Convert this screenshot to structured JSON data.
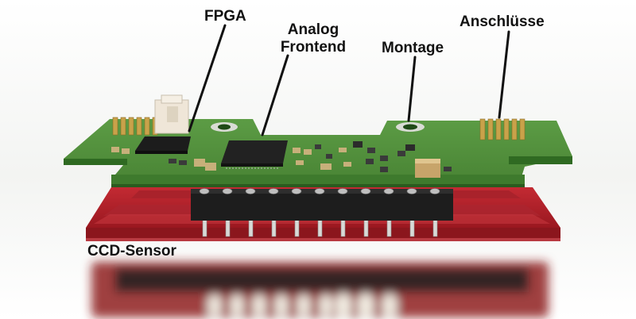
{
  "labels": {
    "fpga": "FPGA",
    "analog_line1": "Analog",
    "analog_line2": "Frontend",
    "montage": "Montage",
    "anschluesse": "Anschlüsse",
    "ccd_sensor": "CCD-Sensor"
  },
  "colors": {
    "pcb_green": "#4f8f3a",
    "pcb_edge": "#2f6a22",
    "sensor_red": "#b3202a",
    "sensor_red_dark": "#7d1219",
    "connector_black": "#1b1b1b",
    "pin_gold": "#c9a24a",
    "pad_silver": "#d9dcd5"
  },
  "icons": {
    "board": "pcb-board-render",
    "sensor": "ccd-sensor-render"
  }
}
